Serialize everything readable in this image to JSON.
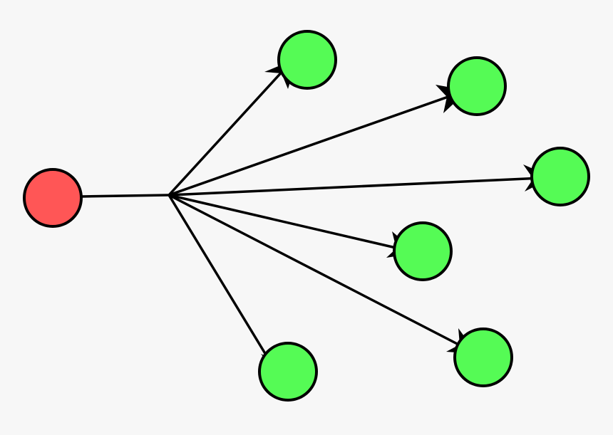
{
  "colors": {
    "background": "#f7f7f7",
    "source_fill": "#ff5656",
    "target_fill": "#55fb55",
    "stroke": "#000000"
  },
  "diagram": {
    "source": {
      "id": "source-node"
    },
    "targets": [
      {
        "id": "target-1"
      },
      {
        "id": "target-2"
      },
      {
        "id": "target-3"
      },
      {
        "id": "target-4"
      },
      {
        "id": "target-5"
      },
      {
        "id": "target-6"
      }
    ],
    "edges": [
      {
        "from": "source-node",
        "to": "target-1"
      },
      {
        "from": "source-node",
        "to": "target-2"
      },
      {
        "from": "source-node",
        "to": "target-3"
      },
      {
        "from": "source-node",
        "to": "target-4"
      },
      {
        "from": "source-node",
        "to": "target-5"
      },
      {
        "from": "source-node",
        "to": "target-6"
      }
    ]
  }
}
